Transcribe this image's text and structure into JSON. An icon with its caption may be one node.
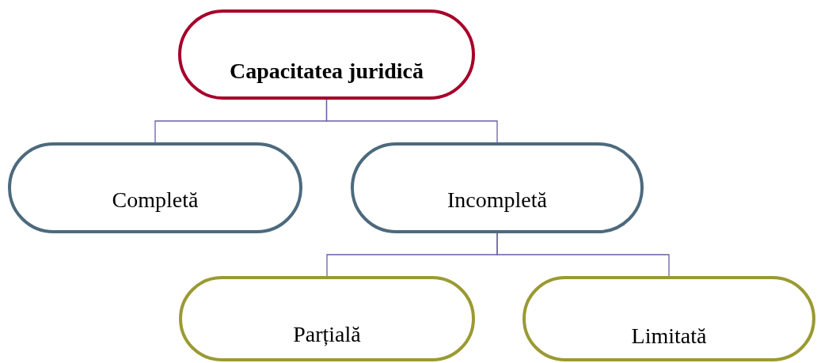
{
  "diagram": {
    "nodes": [
      {
        "text": [
          "Capacitatea juridică"
        ]
      },
      {
        "text": [
          "Completă"
        ]
      },
      {
        "text": [
          "Incompletă"
        ]
      },
      {
        "text": [
          "Parțială"
        ]
      },
      {
        "text": [
          "Limitată"
        ]
      }
    ],
    "edges": [
      {
        "from": 0,
        "to": 1,
        "arrow": "none"
      },
      {
        "from": 0,
        "to": 2,
        "arrow": "none"
      },
      {
        "from": 2,
        "to": 3,
        "arrow": "none"
      },
      {
        "from": 2,
        "to": 4,
        "arrow": "none"
      }
    ]
  }
}
